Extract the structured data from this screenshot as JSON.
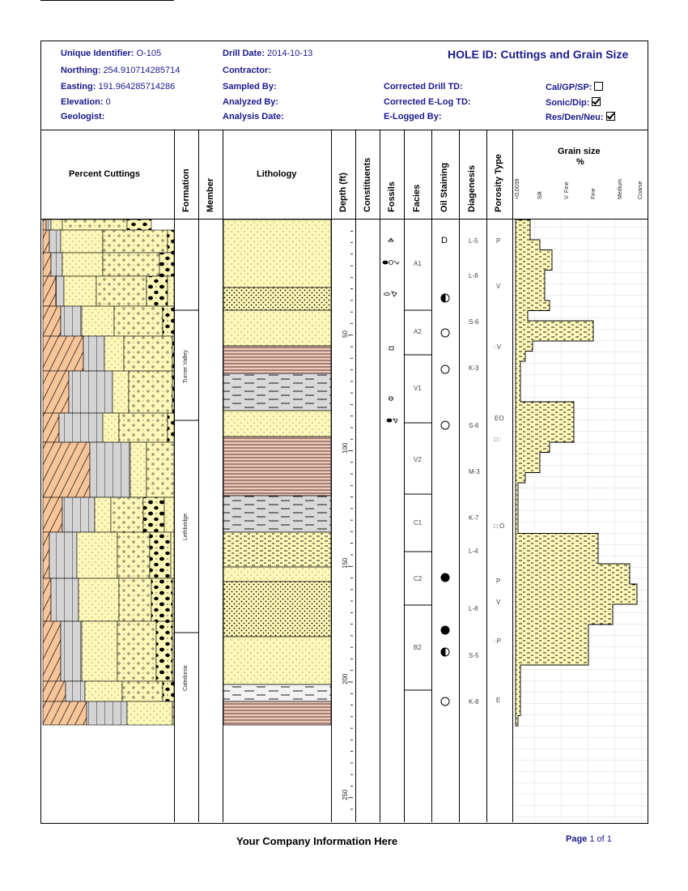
{
  "header": {
    "title": "HOLE ID: Cuttings and Grain Size",
    "unique_identifier": {
      "label": "Unique Identifier:",
      "value": "O-105"
    },
    "northing": {
      "label": "Northing:",
      "value": "254.910714285714"
    },
    "easting": {
      "label": "Easting:",
      "value": "191.964285714286"
    },
    "elevation": {
      "label": "Elevation:",
      "value": "0"
    },
    "geologist": {
      "label": "Geologist:",
      "value": ""
    },
    "drill_date": {
      "label": "Drill Date:",
      "value": "2014-10-13"
    },
    "contractor": {
      "label": "Contractor:",
      "value": ""
    },
    "sampled_by": {
      "label": "Sampled By:",
      "value": ""
    },
    "analyzed_by": {
      "label": "Analyzed By:",
      "value": ""
    },
    "analysis_date": {
      "label": "Analysis Date:",
      "value": ""
    },
    "corrected_drill_td": {
      "label": "Corrected Drill TD:",
      "value": ""
    },
    "corrected_elog_td": {
      "label": "Corrected E-Log TD:",
      "value": ""
    },
    "elogged_by": {
      "label": "E-Logged By:",
      "value": ""
    },
    "cal_gp_sp": {
      "label": "Cal/GP/SP:",
      "checked": false
    },
    "sonic_dip": {
      "label": "Sonic/Dip:",
      "checked": true
    },
    "res_den_neu": {
      "label": "Res/Den/Neu:",
      "checked": true
    }
  },
  "columns": {
    "percent_cuttings": "Percent Cuttings",
    "formation": "Formation",
    "member": "Member",
    "lithology": "Lithology",
    "depth": "Depth (ft)",
    "constituents": "Constituents",
    "fossils": "Fossils",
    "facies": "Facies",
    "oil_staining": "Oil Staining",
    "diagenesis": "Diagenesis",
    "porosity_type": "Porosity Type",
    "grain_size": "Grain size",
    "grain_size_unit": "%",
    "grain_size_classes": [
      "<0.0039",
      "Silt",
      "V. Fine",
      "Fine",
      "Medium",
      "Coarse"
    ]
  },
  "formations": [
    "Turner Valley",
    "Lethbridge",
    "Caledonia"
  ],
  "depth_ticks": [
    "50",
    "100",
    "150",
    "200",
    "250"
  ],
  "facies": [
    "A1",
    "A2",
    "V1",
    "V2",
    "C1",
    "C2",
    "B2"
  ],
  "oil_staining_letter": "D",
  "diagenesis": [
    "L-5",
    "L-8",
    "S-6",
    "K-3",
    "S-6",
    "M-3",
    "K-7",
    "L-4",
    "L-8",
    "S-5",
    "K-8"
  ],
  "porosity": [
    "P",
    "V",
    "◌V",
    "EO",
    "□◌",
    "□ O",
    "P",
    "V",
    "◌P",
    "E"
  ],
  "grain_size_profile": [
    6,
    6,
    10,
    15,
    15,
    12,
    12,
    12,
    14,
    5,
    32,
    32,
    7,
    4,
    2,
    2,
    2,
    2,
    24,
    24,
    24,
    24,
    14,
    10,
    10,
    4,
    1,
    1,
    1,
    1,
    1,
    34,
    34,
    34,
    47,
    47,
    50,
    50,
    40,
    40,
    30,
    30,
    30,
    30,
    2,
    2,
    2,
    2,
    2,
    1
  ],
  "footer": {
    "company": "Your Company Information Here",
    "page_label": "Page",
    "page_current": "1",
    "page_of": "of",
    "page_total": "1"
  },
  "colors": {
    "header_text": "#1a1a8c",
    "sandstone": "#fdf8b8",
    "shale_red": "#f3c8b8",
    "shale_gray": "#d9d9d9",
    "orange": "#f8c49a"
  }
}
